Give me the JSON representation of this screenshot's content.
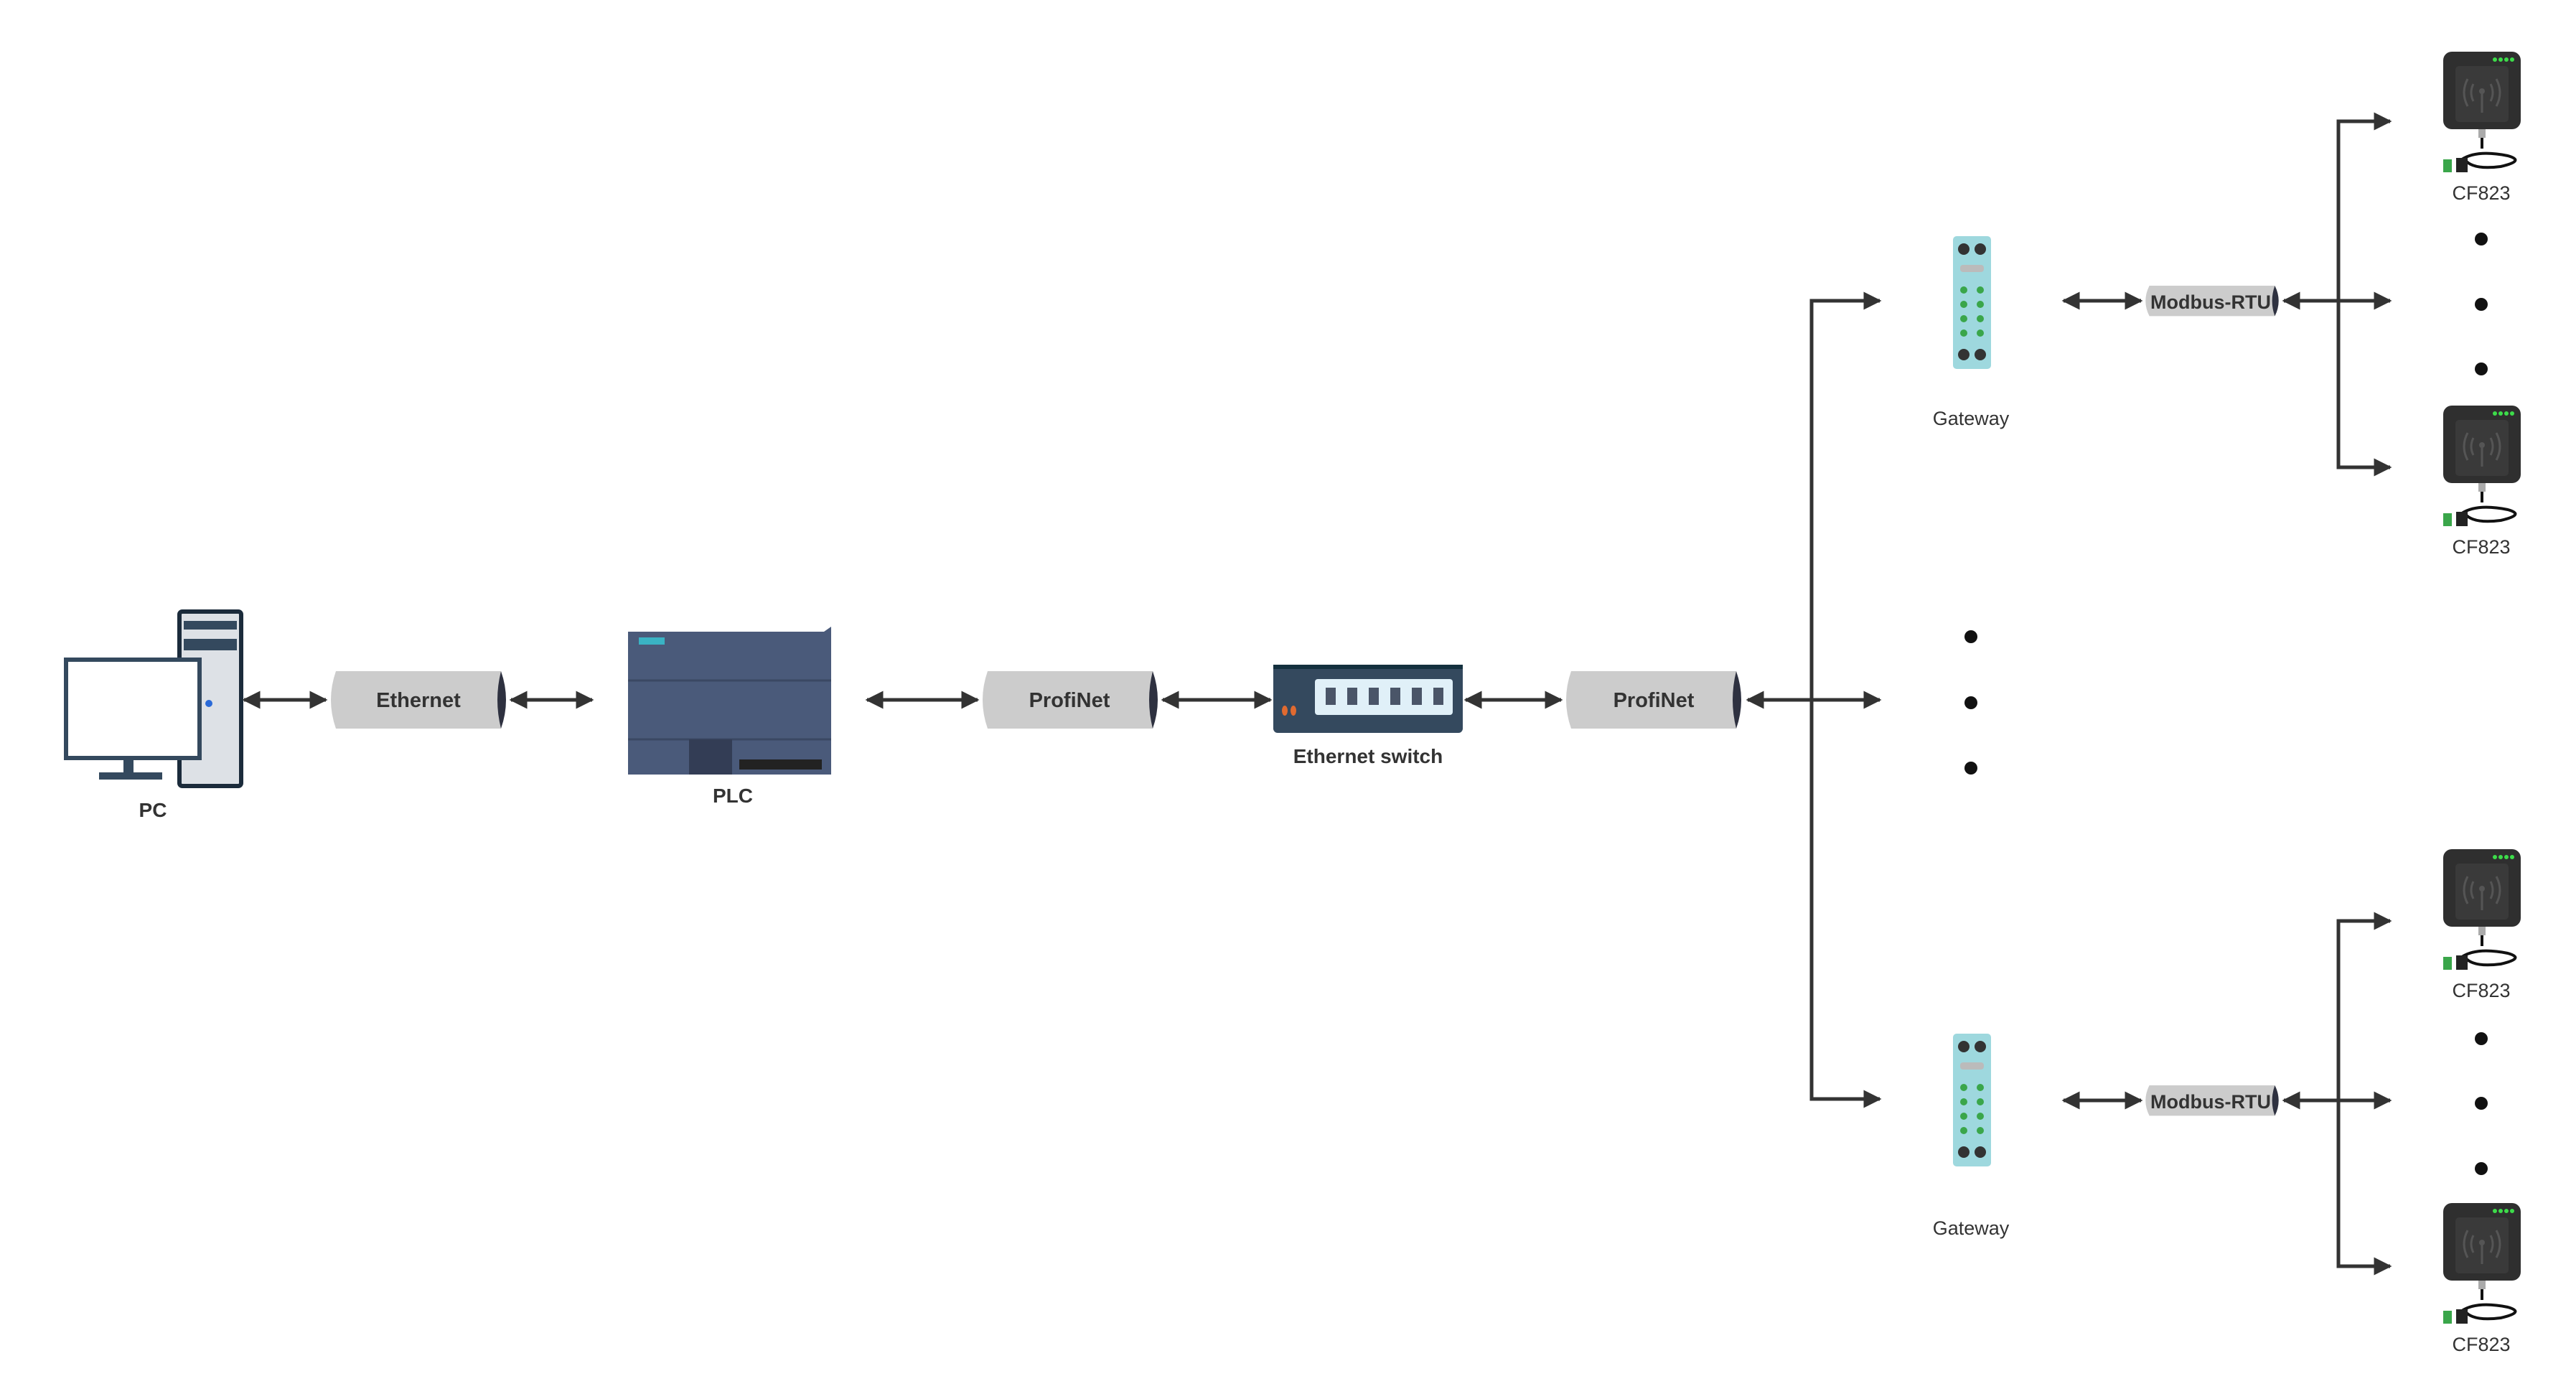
{
  "nodes": {
    "pc": {
      "label": "PC"
    },
    "plc": {
      "label": "PLC"
    },
    "switch": {
      "label": "Ethernet switch"
    },
    "gateway_top": {
      "label": "Gateway"
    },
    "gateway_bottom": {
      "label": "Gateway"
    },
    "readers": [
      {
        "label": "CF823"
      },
      {
        "label": "CF823"
      },
      {
        "label": "CF823"
      },
      {
        "label": "CF823"
      }
    ]
  },
  "links": {
    "ethernet": "Ethernet",
    "profinet_1": "ProfiNet",
    "profinet_2": "ProfiNet",
    "modbus_top": "Modbus-RTU",
    "modbus_bottom": "Modbus-RTU"
  },
  "colors": {
    "line": "#333333",
    "cylinder": "#cccccc",
    "cylinder_cap": "#2e3140",
    "plc_body": "#4a5a7a",
    "switch_body": "#34495e",
    "gateway_body": "#9ed8de",
    "reader_body": "#2f2f2f",
    "led_green": "#3ddc4a"
  },
  "icons": [
    "desktop-computer-icon",
    "plc-icon",
    "network-switch-icon",
    "io-gateway-icon",
    "rfid-reader-icon"
  ]
}
